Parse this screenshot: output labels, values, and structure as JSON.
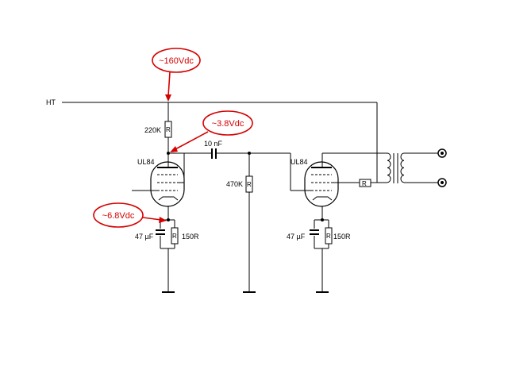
{
  "labels": {
    "ht": "HT",
    "r_plate": "220K",
    "r_symbol": "R",
    "cap_coupling": "10 nF",
    "r_grid": "470K",
    "tube_left": "UL84",
    "tube_right": "UL84",
    "cap_bypass_left": "47 µF",
    "r_cathode_left": "150R",
    "cap_bypass_right": "47 µF",
    "r_cathode_right": "150R"
  },
  "annotations": {
    "ht_voltage": "~160Vdc",
    "plate_voltage": "~3.8Vdc",
    "cathode_voltage": "~6.8Vdc"
  },
  "colors": {
    "wire": "#000000",
    "annotation": "#d40000",
    "background": "#ffffff"
  }
}
